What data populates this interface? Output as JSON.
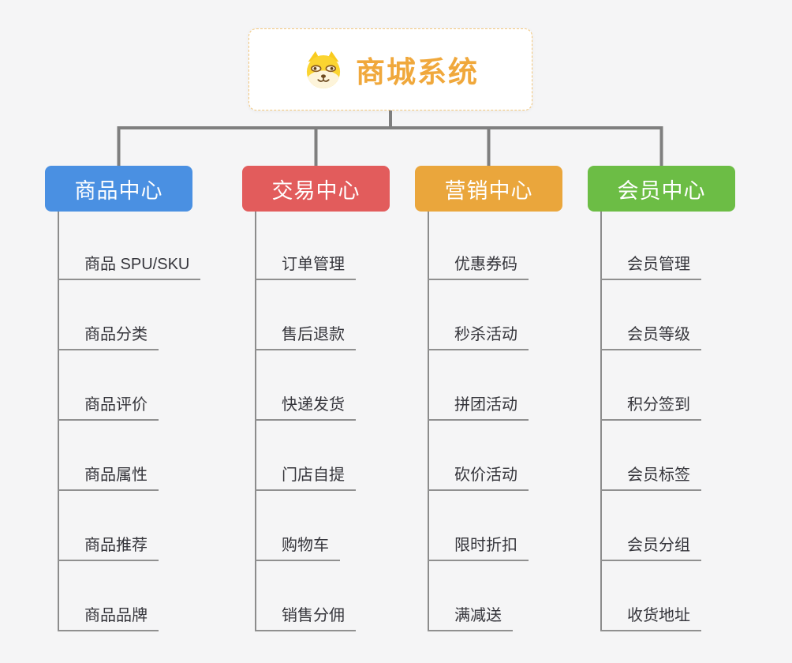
{
  "colors": {
    "background": "#f5f5f6",
    "connector": "#7f7f7f",
    "trunk": "#8c8c8c",
    "underline": "#909090",
    "item_text": "#35353b",
    "header_text": "#ffffff",
    "root_title": "#f0a83c",
    "root_border": "#f3c77c"
  },
  "root": {
    "title": "商城系统",
    "icon": "dog-icon"
  },
  "branches": [
    {
      "label": "商品中心",
      "color": "#4a90e2",
      "children": [
        "商品 SPU/SKU",
        "商品分类",
        "商品评价",
        "商品属性",
        "商品推荐",
        "商品品牌"
      ]
    },
    {
      "label": "交易中心",
      "color": "#e25c5c",
      "children": [
        "订单管理",
        "售后退款",
        "快递发货",
        "门店自提",
        "购物车",
        "销售分佣"
      ]
    },
    {
      "label": "营销中心",
      "color": "#eaa63c",
      "children": [
        "优惠券码",
        "秒杀活动",
        "拼团活动",
        "砍价活动",
        "限时折扣",
        "满减送"
      ]
    },
    {
      "label": "会员中心",
      "color": "#6cbd45",
      "children": [
        "会员管理",
        "会员等级",
        "积分签到",
        "会员标签",
        "会员分组",
        "收货地址"
      ]
    }
  ]
}
